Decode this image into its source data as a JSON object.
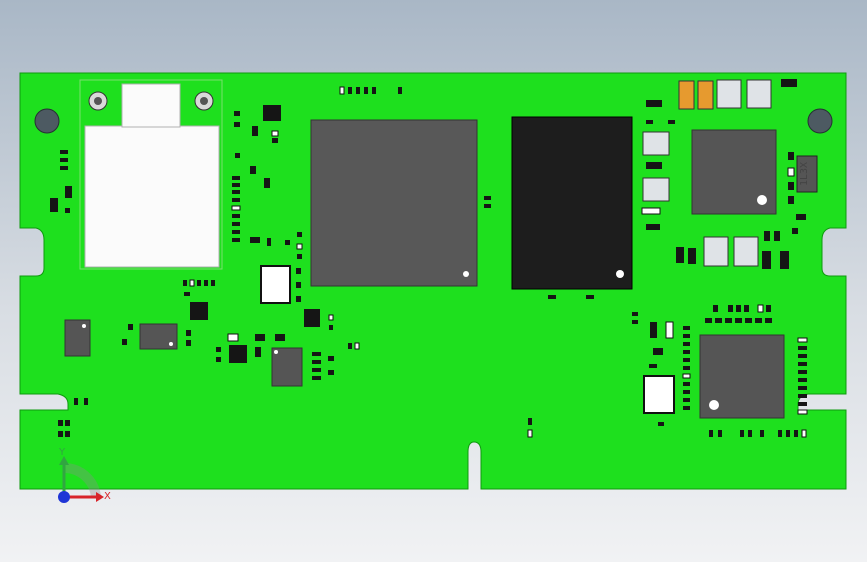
{
  "colors": {
    "board": "#1ee01e",
    "board_edge": "#0f9a0f",
    "chip_gray": "#585858",
    "chip_dark": "#1d1d1d",
    "component_black": "#151515",
    "pad_white": "#ffffff",
    "capacitor_orange": "#e69a2f",
    "axis_x": "#d8242a",
    "axis_y": "#31a641",
    "axis_z": "#1f35d6"
  },
  "components": {
    "inductor_label": "1L3X"
  },
  "axes": {
    "x_label": "X",
    "y_label": "Y"
  }
}
